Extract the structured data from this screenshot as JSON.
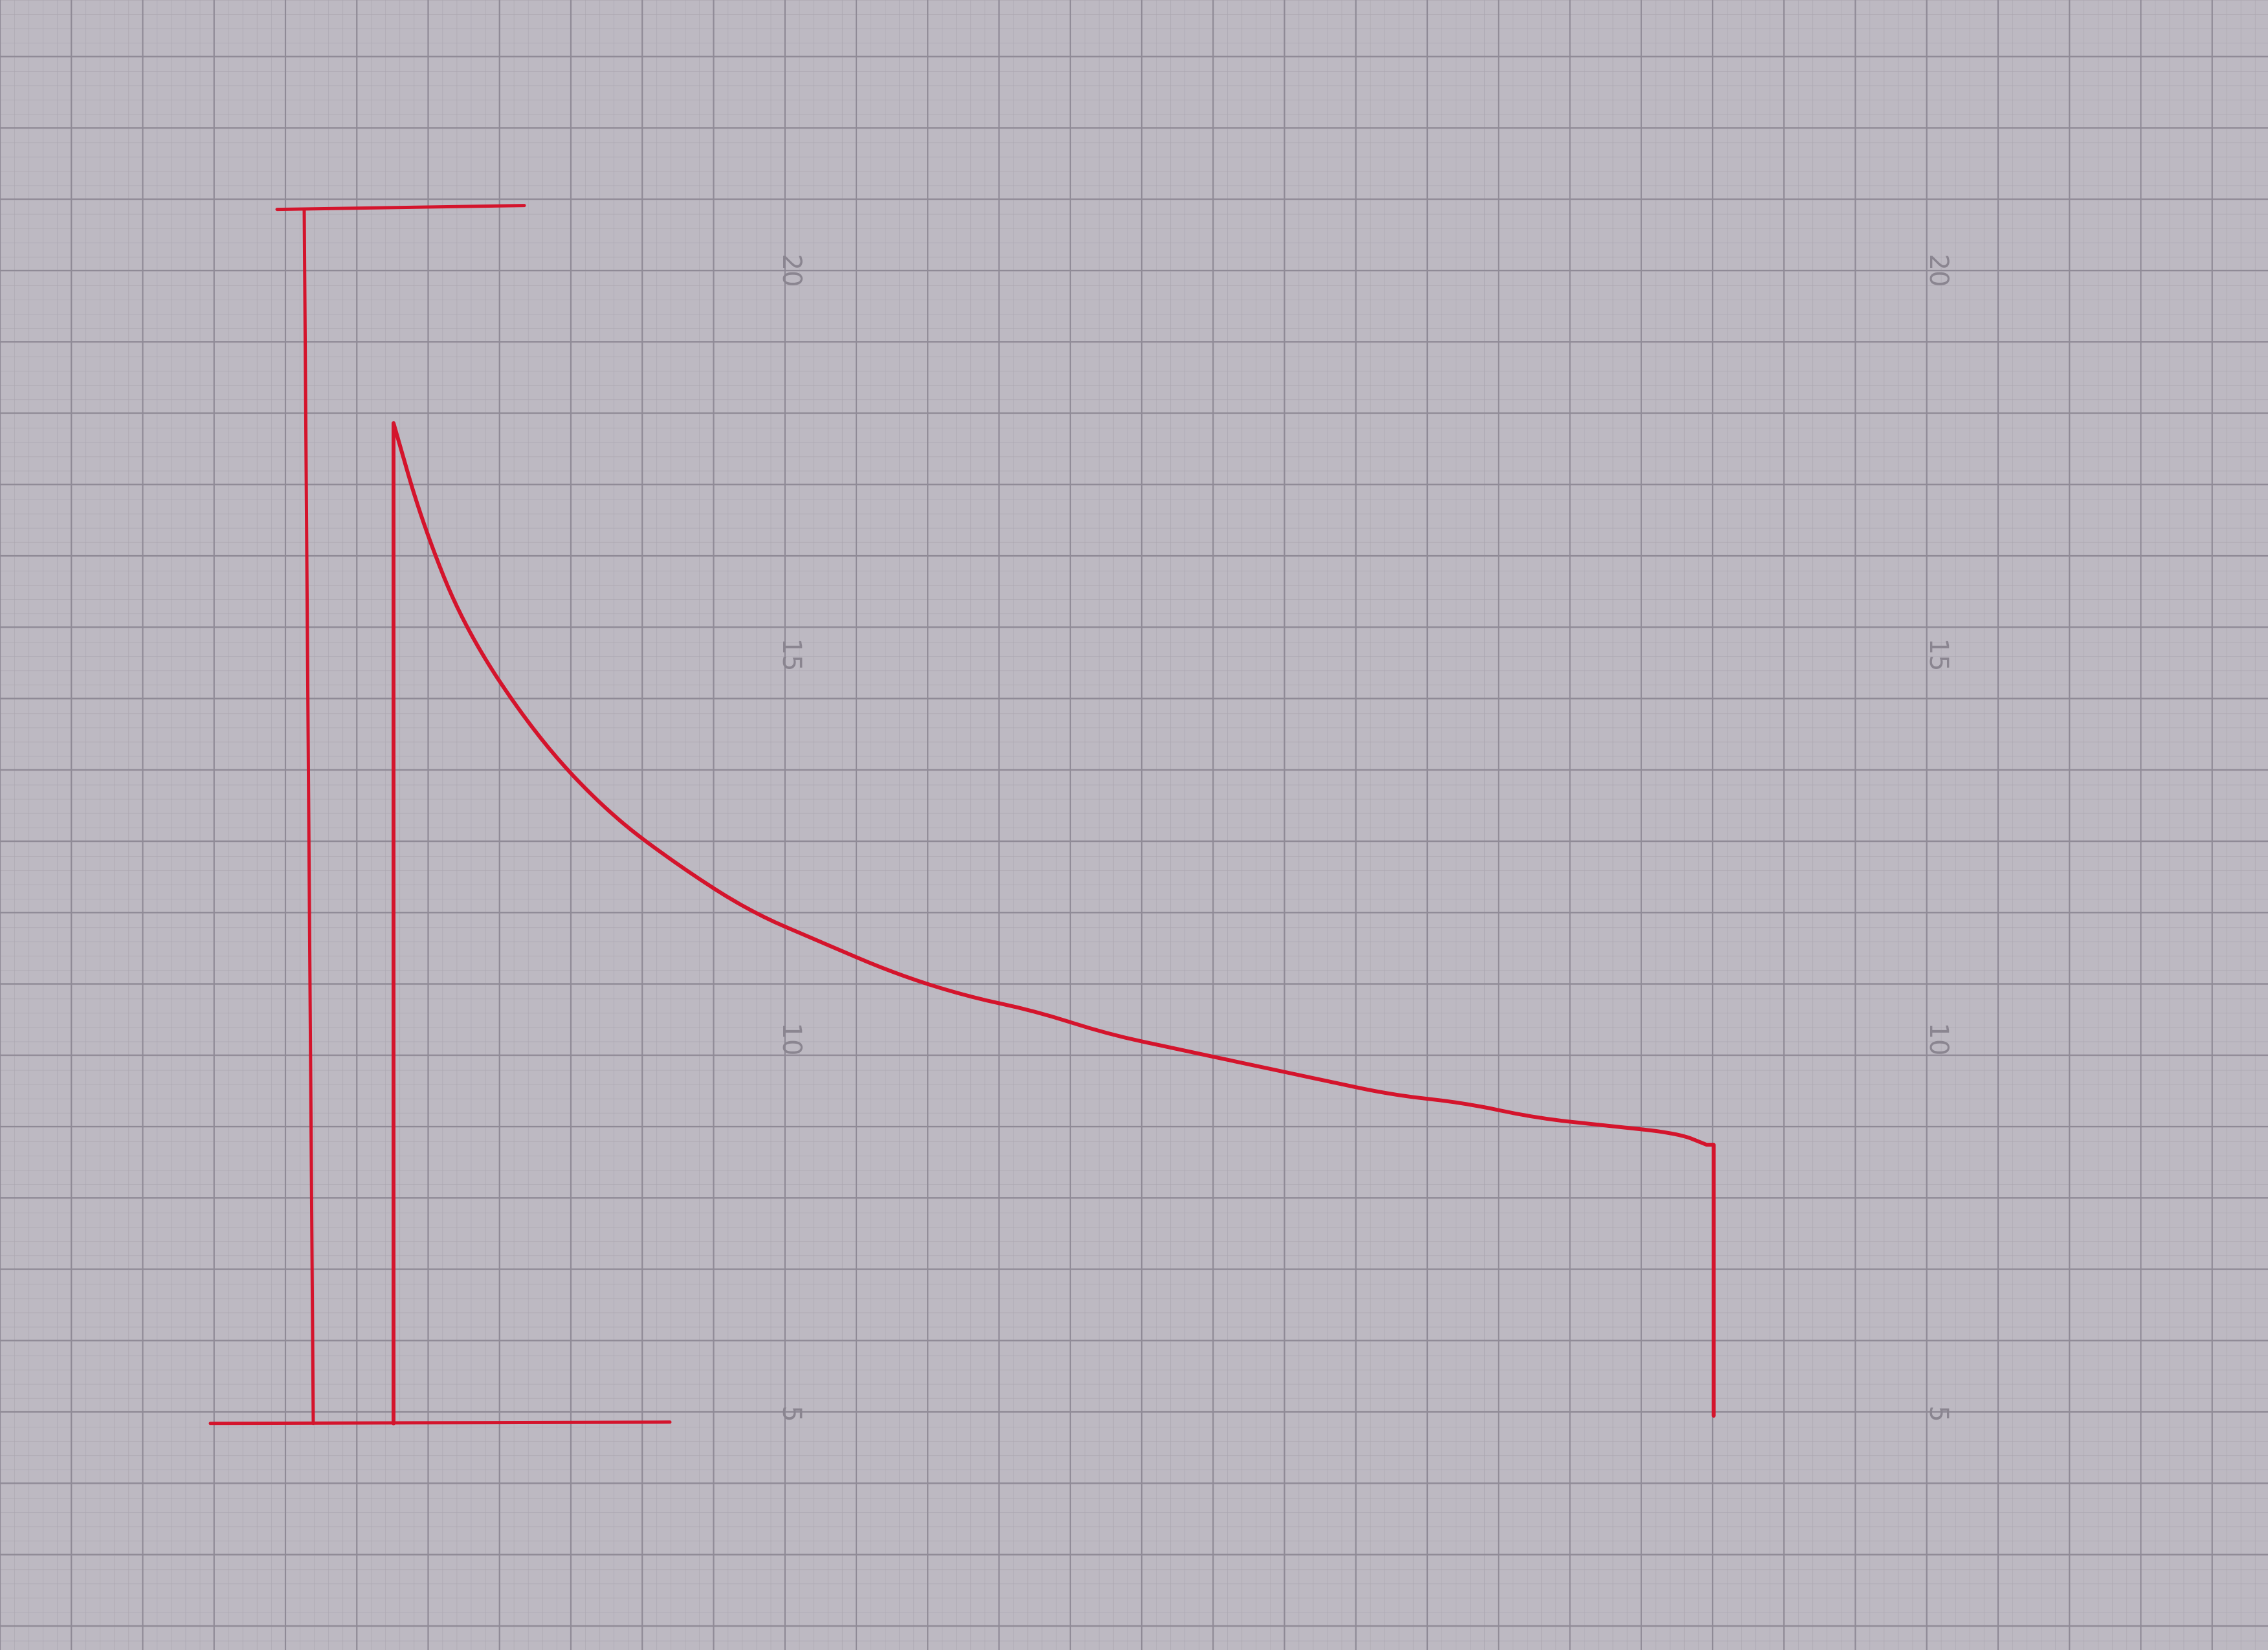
{
  "chart_data": {
    "type": "line",
    "title": "",
    "xlabel": "",
    "ylabel": "",
    "grid": true,
    "legend": "none",
    "paper_scale_labels": [
      "20",
      "15",
      "10",
      "5"
    ],
    "ylim": [
      0,
      25
    ],
    "series": [
      {
        "values": [
          [
            0.0,
            4.9
          ],
          [
            0.0,
            18.0
          ],
          [
            0.4,
            16.7
          ],
          [
            1.0,
            15.3
          ],
          [
            2.0,
            13.9
          ],
          [
            3.0,
            12.9
          ],
          [
            4.0,
            12.2
          ],
          [
            5.0,
            11.6
          ],
          [
            6.0,
            11.2
          ],
          [
            7.0,
            10.8
          ],
          [
            8.0,
            10.5
          ],
          [
            9.0,
            10.3
          ],
          [
            10.0,
            10.0
          ],
          [
            11.0,
            9.8
          ],
          [
            12.0,
            9.6
          ],
          [
            13.0,
            9.4
          ],
          [
            14.0,
            9.2
          ],
          [
            15.0,
            9.1
          ],
          [
            16.0,
            8.9
          ],
          [
            17.0,
            8.8
          ],
          [
            18.0,
            8.7
          ],
          [
            18.4,
            8.55
          ],
          [
            18.5,
            5.0
          ]
        ]
      }
    ],
    "reference_marks": {
      "upper_line_level": 20.8,
      "baseline_level": 4.9
    },
    "colors": {
      "paper": "#bdb9c2",
      "grid_major": "#8f8a96",
      "grid_minor": "#aaa5af",
      "trace": "#d4142c"
    }
  }
}
